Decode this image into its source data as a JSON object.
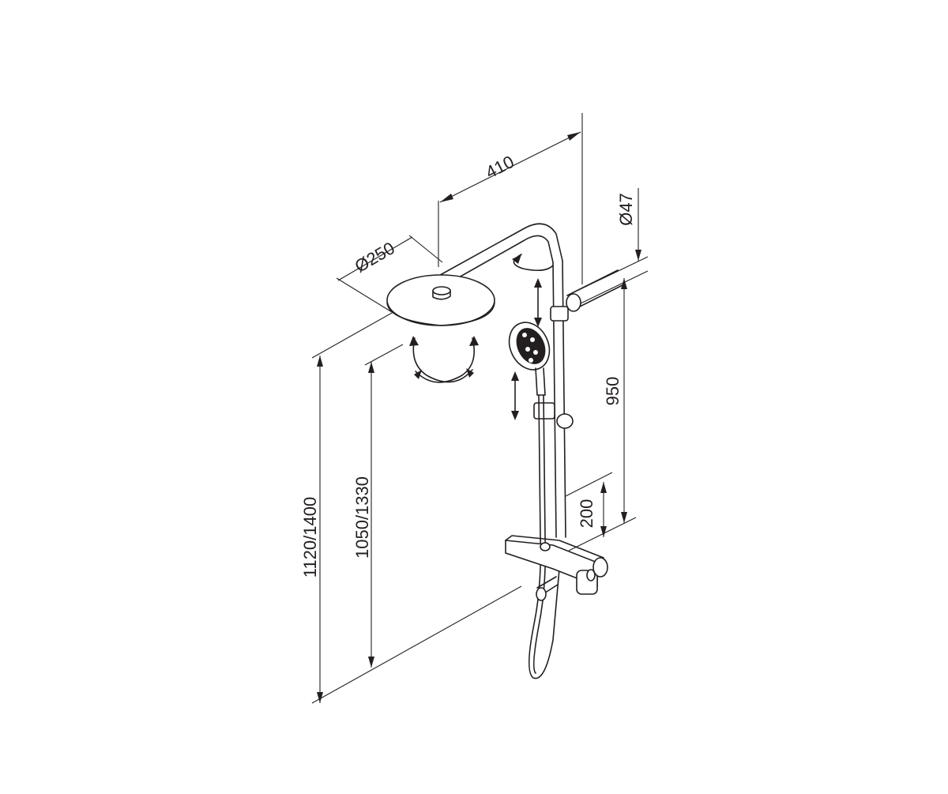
{
  "dimensions": {
    "head_diameter": "Ø250",
    "arm_reach": "410",
    "pipe_diameter": "Ø47",
    "bar_length": "950",
    "mixer_offset": "200",
    "overall_height": "1120/1400",
    "head_height": "1050/1330"
  },
  "colors": {
    "line": "#231f20",
    "background": "#ffffff"
  },
  "icons": [
    "rotate-arrow-icon",
    "swivel-arrows-icon",
    "slide-arrow-icon"
  ]
}
